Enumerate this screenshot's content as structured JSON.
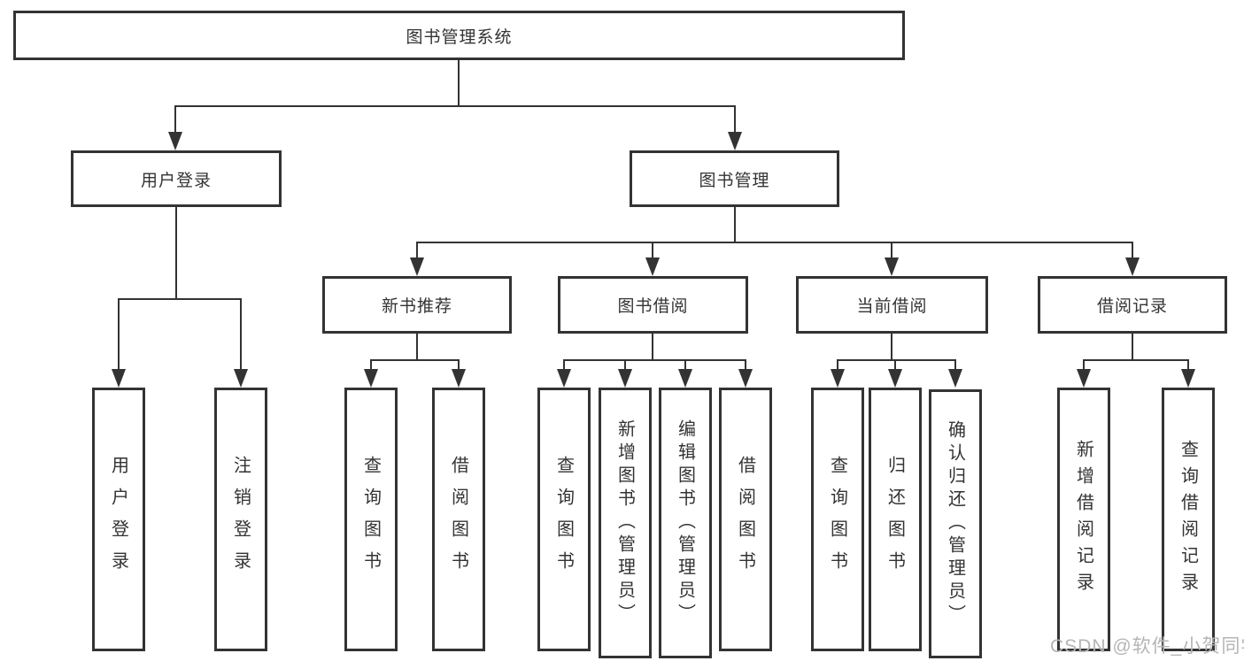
{
  "diagram_title": "图书管理系统",
  "tree": {
    "label": "图书管理系统",
    "children": [
      {
        "label": "用户登录",
        "children": [
          {
            "label": "用户登录"
          },
          {
            "label": "注销登录"
          }
        ]
      },
      {
        "label": "图书管理",
        "children": [
          {
            "label": "新书推荐",
            "children": [
              {
                "label": "查询图书"
              },
              {
                "label": "借阅图书"
              }
            ]
          },
          {
            "label": "图书借阅",
            "children": [
              {
                "label": "查询图书"
              },
              {
                "label": "新增图书（管理员）"
              },
              {
                "label": "编辑图书（管理员）"
              },
              {
                "label": "借阅图书"
              }
            ]
          },
          {
            "label": "当前借阅",
            "children": [
              {
                "label": "查询图书"
              },
              {
                "label": "归还图书"
              },
              {
                "label": "确认归还（管理员）"
              }
            ]
          },
          {
            "label": "借阅记录",
            "children": [
              {
                "label": "新增借阅记录"
              },
              {
                "label": "查询借阅记录"
              }
            ]
          }
        ]
      }
    ]
  },
  "watermark": "CSDN @软件_小贺同学",
  "colors": {
    "line": "#333333",
    "box_border": "#333333",
    "text": "#333333",
    "watermark": "#b5b5b5",
    "background": "#ffffff"
  }
}
